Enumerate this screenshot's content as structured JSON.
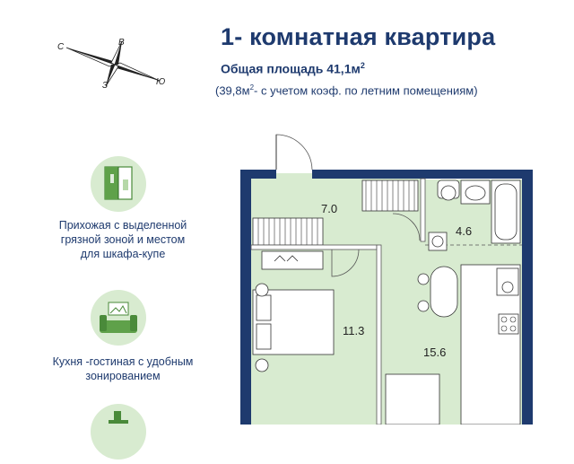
{
  "header": {
    "title": "1- комнатная  квартира",
    "area_label": "Общая площадь  41,1м",
    "area_sup": "2",
    "coef_prefix": "(39,8м",
    "coef_sup": "2",
    "coef_suffix": "- с учетом коэф. по летним помещениям)"
  },
  "compass": {
    "north": "В",
    "south": "З",
    "west": "С",
    "east": "Ю"
  },
  "features": [
    {
      "icon": "hallway-icon",
      "text_lines": [
        "Прихожая с выделенной",
        "грязной зоной  и местом",
        "для шкафа-купе"
      ]
    },
    {
      "icon": "living-room-icon",
      "text_lines": [
        "Кухня -гостиная с удобным",
        "зонированием"
      ]
    },
    {
      "icon": "kitchen-icon",
      "text_lines": []
    }
  ],
  "rooms": [
    {
      "name": "hallway",
      "area": "7.0"
    },
    {
      "name": "bathroom",
      "area": "4.6"
    },
    {
      "name": "bedroom",
      "area": "11.3"
    },
    {
      "name": "kitchen-living",
      "area": "15.6"
    }
  ],
  "colors": {
    "wall": "#1e3a6e",
    "floor": "#d8ebd0",
    "text": "#1e3a6e"
  }
}
